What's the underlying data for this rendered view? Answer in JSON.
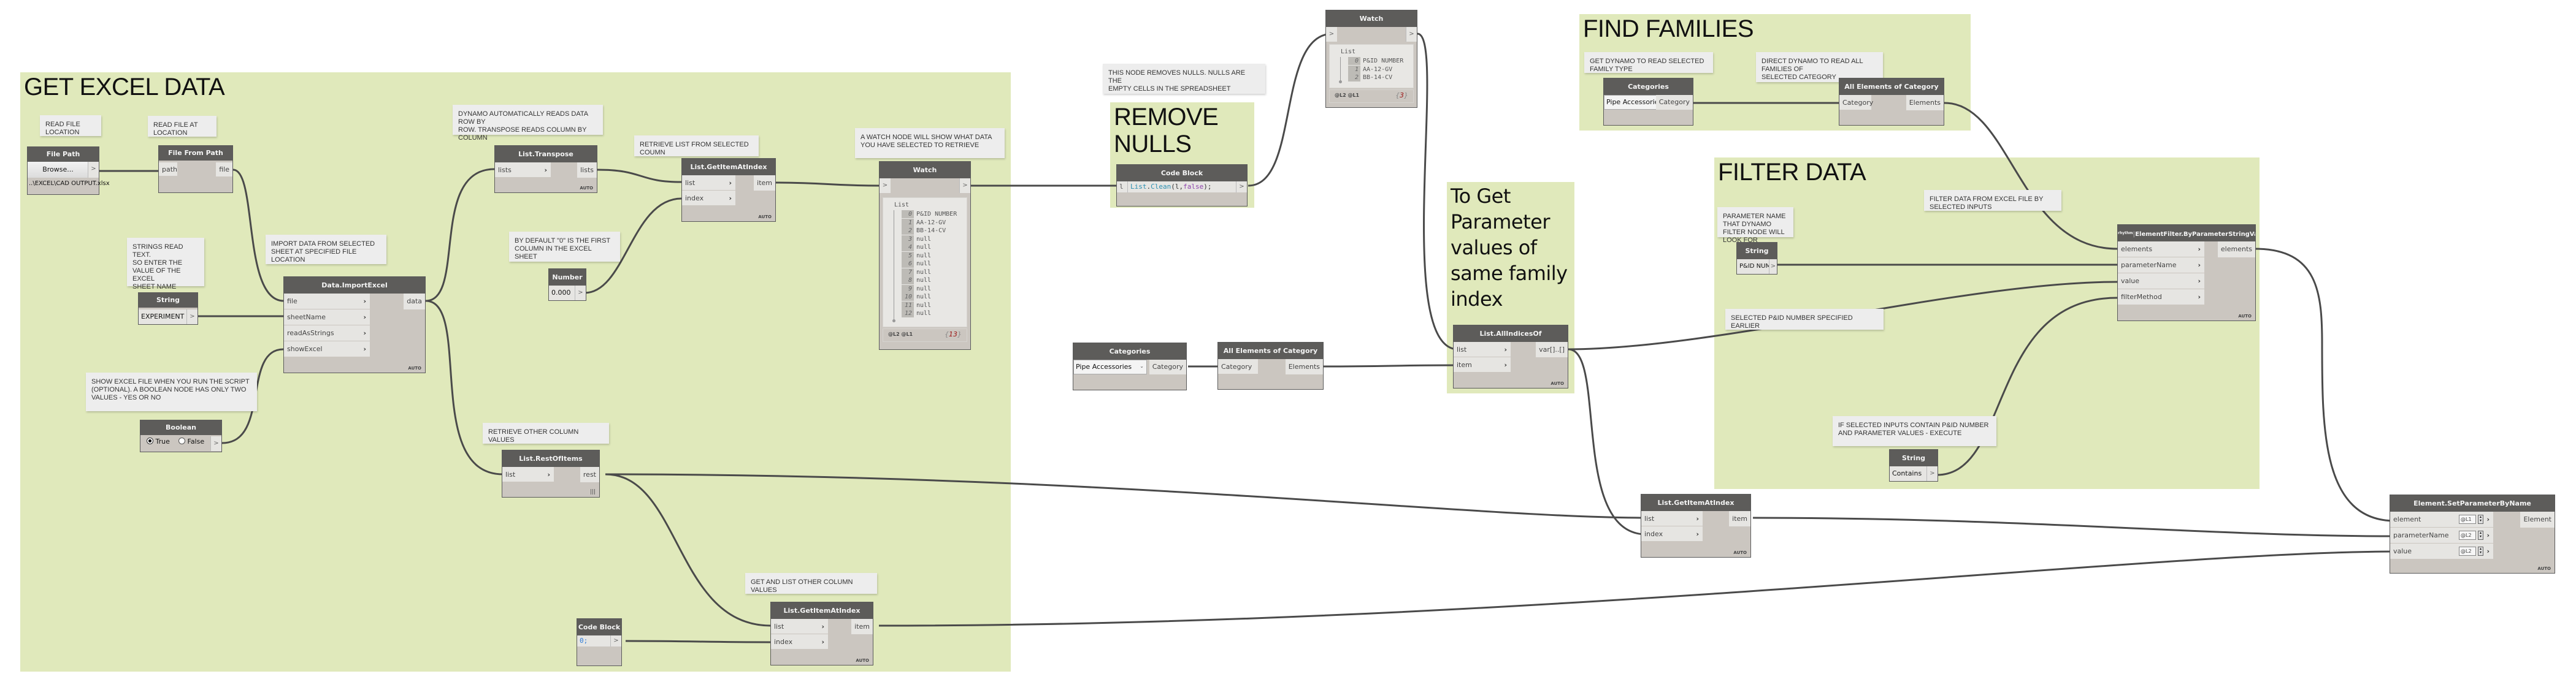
{
  "groups": {
    "get_excel": "GET EXCEL DATA",
    "remove_nulls": "REMOVE\nNULLS",
    "find_families": "FIND FAMILIES",
    "family_index": "To Get\nParameter\nvalues of\nsame family\nindex",
    "filter_data": "FILTER DATA"
  },
  "notes": {
    "read_file_location": "READ FILE LOCATION",
    "read_file_at_location": "READ FILE AT LOCATION",
    "strings_read_text": "STRINGS READ TEXT.\nSO ENTER THE\nVALUE OF THE EXCEL\nSHEET NAME",
    "import_data": "IMPORT DATA FROM SELECTED\nSHEET AT SPECIFIED FILE LOCATION",
    "show_excel": "SHOW EXCEL FILE WHEN YOU RUN THE SCRIPT\n(OPTIONAL). A BOOLEAN NODE HAS ONLY TWO\nVALUES - YES OR NO",
    "transpose": "DYNAMO AUTOMATICALLY READS DATA ROW BY\nROW. TRANSPOSE READS COLUMN BY COLUMN",
    "retrieve_list": "RETRIEVE LIST FROM SELECTED COUMN",
    "default_zero": "BY DEFAULT \"0\" IS THE FIRST\nCOLUMN IN THE EXCEL SHEET",
    "watch_node": "A WATCH NODE WILL SHOW WHAT DATA\nYOU HAVE SELECTED TO RETRIEVE",
    "retrieve_other": "RETRIEVE OTHER COLUMN VALUES",
    "get_and_list": "GET AND LIST OTHER COLUMN VALUES",
    "remove_nulls_note": "THIS NODE REMOVES NULLS. NULLS ARE THE\nEMPTY CELLS IN THE SPREADSHEET",
    "read_family_type": "GET DYNAMO TO READ SELECTED FAMILY TYPE",
    "read_all_families": "DIRECT DYNAMO TO READ ALL FAMILIES OF\nSELECTED CATEGORY",
    "parameter_name": "PARAMETER NAME THAT DYNAMO\nFILTER NODE WILL LOOK FOR",
    "selected_pid": "SELECTED P&ID NUMBER SPECIFIED EARLIER",
    "filter_excel": "FILTER DATA FROM EXCEL FILE BY SELECTED INPUTS",
    "if_selected": "IF SELECTED INPUTS CONTAIN P&ID NUMBER\nAND PARAMETER VALUES - EXECUTE"
  },
  "nodes": {
    "file_path": {
      "title": "File Path",
      "button": "Browse...",
      "out": ">",
      "value": "..\\EXCEL\\CAD OUTPUT.xlsx"
    },
    "file_from_path": {
      "title": "File From Path",
      "inputs": [
        "path"
      ],
      "outputs": [
        "file"
      ]
    },
    "string_sheet": {
      "title": "String",
      "value": "EXPERIMENT",
      "out": ">"
    },
    "import_excel": {
      "title": "Data.ImportExcel",
      "inputs": [
        "file",
        "sheetName",
        "readAsStrings",
        "showExcel"
      ],
      "outputs": [
        "data"
      ],
      "lacing": "AUTO"
    },
    "boolean": {
      "title": "Boolean",
      "options": [
        "True",
        "False"
      ],
      "selected": "True",
      "out": ">"
    },
    "transpose": {
      "title": "List.Transpose",
      "inputs": [
        "lists"
      ],
      "outputs": [
        "lists"
      ],
      "lacing": "AUTO"
    },
    "get_item_1": {
      "title": "List.GetItemAtIndex",
      "inputs": [
        "list",
        "index"
      ],
      "outputs": [
        "item"
      ],
      "lacing": "AUTO"
    },
    "number": {
      "title": "Number",
      "value": "0.000",
      "out": ">"
    },
    "watch_1": {
      "title": "Watch",
      "in": ">",
      "out": ">",
      "root": "List",
      "items": [
        {
          "i": "0",
          "v": "P&ID NUMBER"
        },
        {
          "i": "1",
          "v": "AA-12-GV"
        },
        {
          "i": "2",
          "v": "BB-14-CV"
        },
        {
          "i": "3",
          "v": "null"
        },
        {
          "i": "4",
          "v": "null"
        },
        {
          "i": "5",
          "v": "null"
        },
        {
          "i": "6",
          "v": "null"
        },
        {
          "i": "7",
          "v": "null"
        },
        {
          "i": "8",
          "v": "null"
        },
        {
          "i": "9",
          "v": "null"
        },
        {
          "i": "10",
          "v": "null"
        },
        {
          "i": "11",
          "v": "null"
        },
        {
          "i": "12",
          "v": "null"
        }
      ],
      "levels": "@L2 @L1",
      "count_open": "{",
      "count": "13",
      "count_close": "}"
    },
    "rest_of_items": {
      "title": "List.RestOfItems",
      "inputs": [
        "list"
      ],
      "outputs": [
        "rest"
      ],
      "lacing": "|||"
    },
    "code_block_0": {
      "title": "Code Block",
      "code": "0;",
      "out": ">"
    },
    "get_item_2": {
      "title": "List.GetItemAtIndex",
      "inputs": [
        "list",
        "index"
      ],
      "outputs": [
        "item"
      ],
      "lacing": "AUTO"
    },
    "code_block_clean": {
      "title": "Code Block",
      "in": "l",
      "code_prefix": "List",
      "code_dot": ".",
      "code_fn": "Clean",
      "code_args_open": "(l,",
      "code_kw": "false",
      "code_args_close": ");",
      "out": ">"
    },
    "watch_2": {
      "title": "Watch",
      "in": ">",
      "out": ">",
      "root": "List",
      "items": [
        {
          "i": "0",
          "v": "P&ID NUMBER"
        },
        {
          "i": "1",
          "v": "AA-12-GV"
        },
        {
          "i": "2",
          "v": "BB-14-CV"
        }
      ],
      "levels": "@L2 @L1",
      "count_open": "{",
      "count": "3",
      "count_close": "}"
    },
    "categories_1": {
      "title": "Categories",
      "selected": "Pipe Accessories",
      "outputs": [
        "Category"
      ]
    },
    "all_elements_1": {
      "title": "All Elements of Category",
      "inputs": [
        "Category"
      ],
      "outputs": [
        "Elements"
      ]
    },
    "categories_2": {
      "title": "Categories",
      "selected": "Pipe Accessories",
      "outputs": [
        "Category"
      ]
    },
    "all_elements_2": {
      "title": "All Elements of Category",
      "inputs": [
        "Category"
      ],
      "outputs": [
        "Elements"
      ]
    },
    "all_indices": {
      "title": "List.AllIndicesOf",
      "inputs": [
        "list",
        "item"
      ],
      "outputs": [
        "var[]..[]"
      ],
      "lacing": "AUTO"
    },
    "string_param": {
      "title": "String",
      "value": "P&ID NUMBER",
      "out": ">"
    },
    "element_filter": {
      "badge": "rhythm",
      "title": "ElementFilter.ByParameterStringValue",
      "inputs": [
        "elements",
        "parameterName",
        "value",
        "filterMethod"
      ],
      "outputs": [
        "elements"
      ],
      "lacing": "AUTO"
    },
    "string_contains": {
      "title": "String",
      "value": "Contains",
      "out": ">"
    },
    "get_item_3": {
      "title": "List.GetItemAtIndex",
      "inputs": [
        "list",
        "index"
      ],
      "outputs": [
        "item"
      ],
      "lacing": "AUTO"
    },
    "set_param": {
      "title": "Element.SetParameterByName",
      "inputs": [
        {
          "name": "element",
          "level": "@L1"
        },
        {
          "name": "parameterName",
          "level": "@L2"
        },
        {
          "name": "value",
          "level": "@L2"
        }
      ],
      "outputs": [
        "Element"
      ],
      "lacing": "AUTO"
    }
  }
}
